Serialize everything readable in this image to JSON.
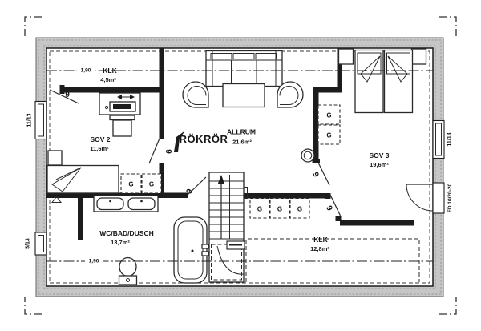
{
  "rooms": {
    "closet_top": {
      "name": "KLK",
      "area": "4,5m²"
    },
    "bedroom2": {
      "name": "SOV 2",
      "area": "11,6m²"
    },
    "livingroom": {
      "name": "ALLRUM",
      "area": "21,6m²"
    },
    "bedroom3": {
      "name": "SOV 3",
      "area": "19,6m²"
    },
    "bathroom": {
      "name": "WC/BAD/DUSCH",
      "area": "13,7m²"
    },
    "closet_bottom": {
      "name": "KLK",
      "area": "12,8m²"
    }
  },
  "annotations": {
    "chimney_label": "RÖKRÖR",
    "ceiling_height_top": "1,90",
    "ceiling_height_bottom": "1,90",
    "wardrobe_label": "G",
    "door_width_label": "9"
  },
  "openings": {
    "window_left_upper": "11/13",
    "window_left_lower": "5/13",
    "window_right": "11/13",
    "balcony_door": "FD 10/20-20"
  }
}
